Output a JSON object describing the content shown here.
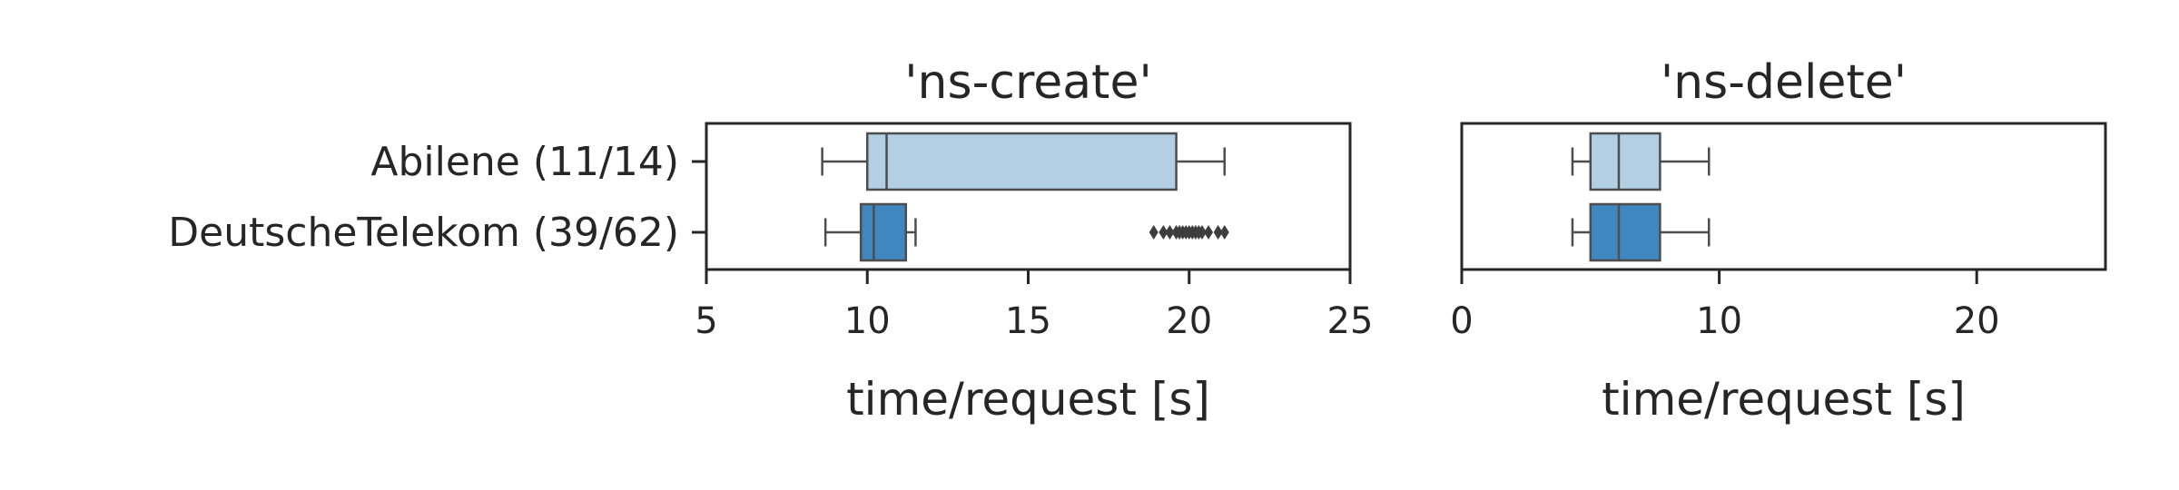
{
  "chart_data": [
    {
      "type": "boxplot",
      "orientation": "horizontal",
      "title": "'ns-create'",
      "xlabel": "time/request [s]",
      "ylabel": "",
      "xlim": [
        5,
        25
      ],
      "xticks": [
        5,
        10,
        15,
        20,
        25
      ],
      "grid": false,
      "categories": [
        "Abilene (11/14)",
        "DeutscheTelekom (39/62)"
      ],
      "series": [
        {
          "category": "Abilene (11/14)",
          "whisker_low": 8.6,
          "q1": 10.0,
          "median": 10.6,
          "q3": 19.6,
          "whisker_high": 21.1,
          "outliers": [],
          "color": "#b3cfe3"
        },
        {
          "category": "DeutscheTelekom (39/62)",
          "whisker_low": 8.7,
          "q1": 9.8,
          "median": 10.2,
          "q3": 11.2,
          "whisker_high": 11.5,
          "outliers": [
            18.9,
            19.2,
            19.4,
            19.6,
            19.7,
            19.8,
            19.9,
            20.0,
            20.1,
            20.2,
            20.3,
            20.4,
            20.6,
            20.9,
            21.1
          ],
          "color": "#4086bf"
        }
      ]
    },
    {
      "type": "boxplot",
      "orientation": "horizontal",
      "title": "'ns-delete'",
      "xlabel": "time/request [s]",
      "ylabel": "",
      "xlim": [
        0,
        25
      ],
      "xticks": [
        0,
        10,
        20
      ],
      "grid": false,
      "categories": [
        "Abilene (11/14)",
        "DeutscheTelekom (39/62)"
      ],
      "series": [
        {
          "category": "Abilene (11/14)",
          "whisker_low": 4.3,
          "q1": 5.0,
          "median": 6.1,
          "q3": 7.7,
          "whisker_high": 9.6,
          "outliers": [],
          "color": "#b3cfe3"
        },
        {
          "category": "DeutscheTelekom (39/62)",
          "whisker_low": 4.3,
          "q1": 5.0,
          "median": 6.1,
          "q3": 7.7,
          "whisker_high": 9.6,
          "outliers": [],
          "color": "#4086bf"
        }
      ]
    }
  ]
}
